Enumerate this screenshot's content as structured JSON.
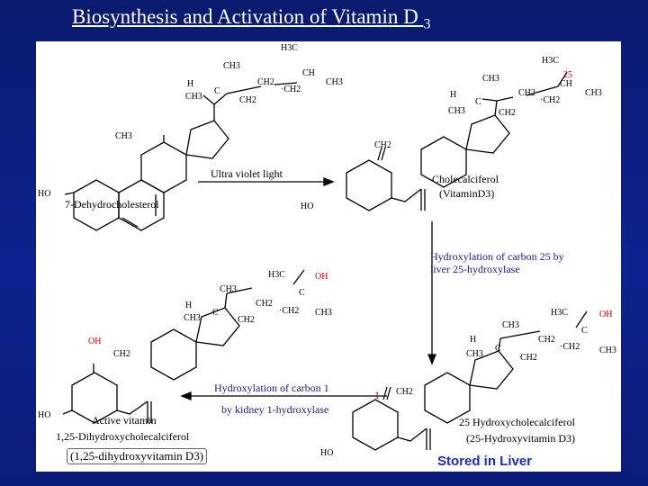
{
  "title": {
    "text": "Biosynthesis and Activation of Vitamin D",
    "subscript": "3"
  },
  "labels": {
    "top_methyl": "H3C",
    "ch3_a": "CH3",
    "ch_a": "CH",
    "ch2_a": "CH2",
    "ch2ch2_a": "·CH2",
    "ch3_b": "CH3",
    "h_a": "H",
    "c_a": "C",
    "ch3_c": "CH3",
    "ch2_b": "CH2",
    "ch3_ring": "CH3",
    "ho_a": "HO",
    "name_a": "7-Dehydrocholesterol",
    "uv_light": "Ultra violet light",
    "ch2_exo_a": "CH2",
    "ho_b": "HO",
    "chole_name": "Cholecalciferol",
    "chole_alt": "(VitaminD3)",
    "h3c_b": "H3C",
    "num_25": "25",
    "ch_b": "CH",
    "ch3_d": "CH3",
    "ch2_c": "CH2",
    "ch2_d": "·CH2",
    "ch3_e": "CH3",
    "h_b": "H",
    "c_b": "C",
    "ch3_f": "CH3",
    "ch2_e": "CH2",
    "hydrox25_line1": "Hydroxylation of carbon 25  by",
    "hydrox25_line2": "liver 25-hydroxylase",
    "active_h3c": "H3C",
    "active_oh": "OH",
    "active_c": "C",
    "active_ch3": "CH3",
    "active_ch2": "CH2",
    "active_ch2b": "·CH2",
    "active_ch3b": "CH3",
    "active_h": "H",
    "active_c2": "C",
    "active_ch3c": "CH3",
    "active_ch2c": "CH2",
    "active_oh2": "OH",
    "active_ch2_exo": "CH2",
    "active_ho": "HO",
    "active_name": "Active vitamin",
    "active_full": "1,25-Dihydroxycholecalciferol",
    "active_boxed": "(1,25-dihydroxyvitamin D3)",
    "hydrox1_line1": "Hydroxylation of carbon 1",
    "hydrox1_line2": "by kidney 1-hydroxylase",
    "num_1": "1",
    "mid_h3c": "H3C",
    "mid_oh": "OH",
    "mid_c": "C",
    "mid_ch3": "CH3",
    "mid_ch2": "CH2",
    "mid_ch2b": "·CH2",
    "mid_ch3b": "CH3",
    "mid_h": "H",
    "mid_c2": "C",
    "mid_ch3c": "CH3",
    "mid_ch2c": "CH2",
    "mid_ch2_exo": "CH2",
    "mid_ho": "HO",
    "mid_name": "25 Hydroxycholecalciferol",
    "mid_alt": "(25-Hydroxyvitamin D3)",
    "stored": "Stored in Liver"
  },
  "colors": {
    "background": "#0d2290",
    "panel": "#ffffff",
    "oh_red": "#c00000",
    "stored_blue": "#1a2ad6"
  }
}
